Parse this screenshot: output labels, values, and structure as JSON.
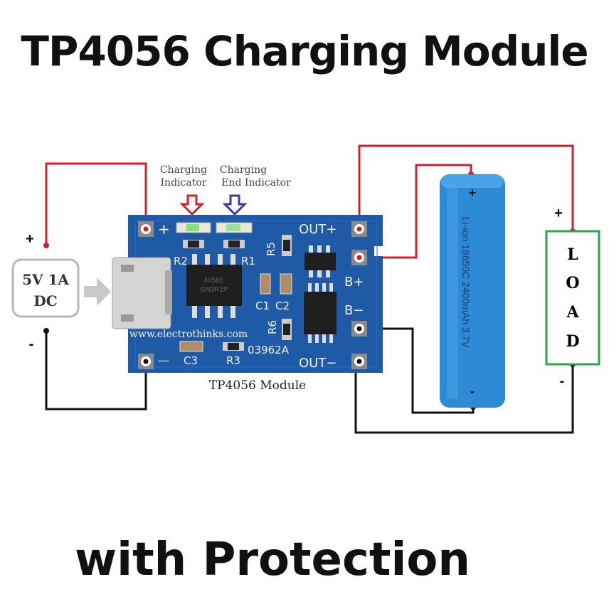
{
  "title": "TP4056 Charging Module",
  "subtitle": "with Protection",
  "power_source": {
    "line1": "5V 1A",
    "line2": "DC",
    "plus": "+",
    "minus": "-"
  },
  "annotations": {
    "charging_indicator": [
      "Charging",
      "Indicator"
    ],
    "charging_end_indicator": [
      "Charging",
      "End Indicator"
    ]
  },
  "module": {
    "caption": "TP4056 Module",
    "website": "www.electrothinks.com",
    "code": "03962A",
    "chip_main": [
      "4056E",
      "SN3R1P"
    ],
    "pin_labels": {
      "in_plus": "+",
      "in_minus": "—",
      "out_plus": "OUT+",
      "b_plus": "B+",
      "b_minus": "B−",
      "out_minus": "OUT−"
    },
    "components": {
      "r1": "R1",
      "r2": "R2",
      "r3": "R3",
      "r5": "R5",
      "r6": "R6",
      "c1": "C1",
      "c2": "C2",
      "c3": "C3"
    }
  },
  "battery": {
    "label": "Li-ion 18650C 2400mAh 3.7V",
    "plus": "+",
    "minus": "-"
  },
  "load": {
    "letters": [
      "L",
      "O",
      "A",
      "D"
    ],
    "plus": "+",
    "minus": "-"
  },
  "colors": {
    "red_wire": "#d0202a",
    "black_wire": "#111111",
    "pcb": "#1f5aa6",
    "battery": "#2d8bd6",
    "load_border": "#2ea44f",
    "source_border": "#b0b0b0"
  }
}
